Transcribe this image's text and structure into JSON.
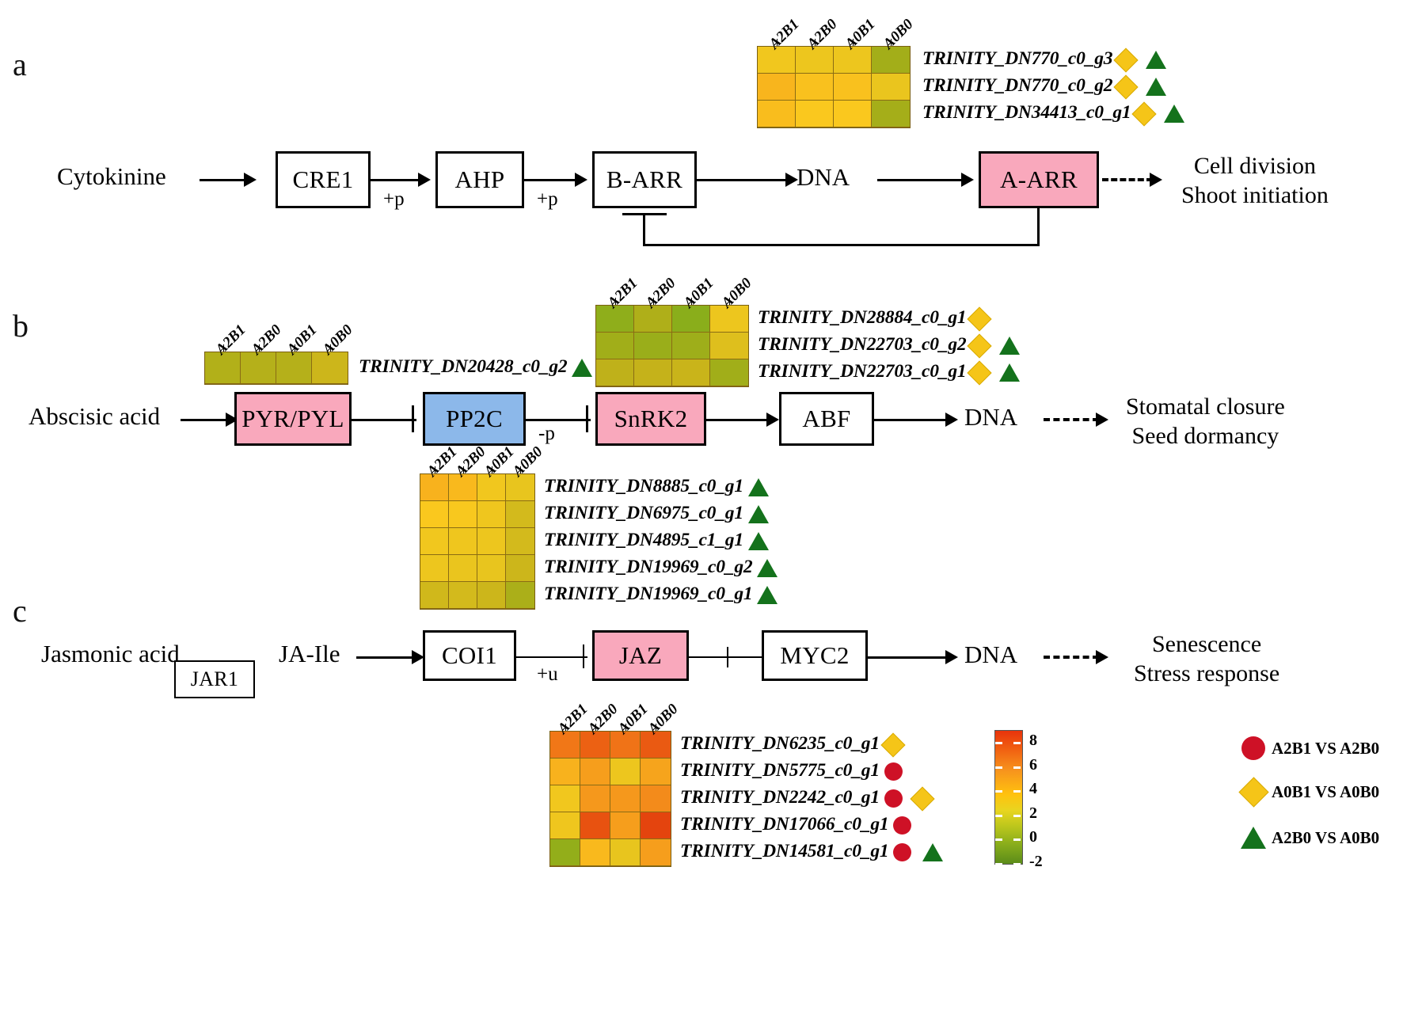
{
  "panels": {
    "a": "a",
    "b": "b",
    "c": "c"
  },
  "columns": [
    "A2B1",
    "A2B0",
    "A0B1",
    "A0B0"
  ],
  "pathway_a": {
    "input": "Cytokinine",
    "boxes": [
      {
        "label": "CRE1",
        "fill": "white"
      },
      {
        "label": "AHP",
        "fill": "white"
      },
      {
        "label": "B-ARR",
        "fill": "white"
      },
      {
        "label": "A-ARR",
        "fill": "pink"
      }
    ],
    "dna": "DNA",
    "mods": [
      "+p",
      "+p"
    ],
    "outcome_line1": "Cell division",
    "outcome_line2": "Shoot initiation"
  },
  "pathway_b": {
    "input": "Abscisic acid",
    "boxes": [
      {
        "label": "PYR/PYL",
        "fill": "pink"
      },
      {
        "label": "PP2C",
        "fill": "blue"
      },
      {
        "label": "SnRK2",
        "fill": "pink"
      },
      {
        "label": "ABF",
        "fill": "white"
      }
    ],
    "dna": "DNA",
    "mods": [
      "-p"
    ],
    "outcome_line1": "Stomatal closure",
    "outcome_line2": "Seed dormancy"
  },
  "pathway_c": {
    "input": "Jasmonic acid",
    "enzyme": "JAR1",
    "intermediate": "JA-Ile",
    "boxes": [
      {
        "label": "COI1",
        "fill": "white"
      },
      {
        "label": "JAZ",
        "fill": "pink"
      },
      {
        "label": "MYC2",
        "fill": "white"
      }
    ],
    "dna": "DNA",
    "mods": [
      "+u"
    ],
    "outcome_line1": "Senescence",
    "outcome_line2": "Stress response"
  },
  "heatmaps": [
    {
      "id": "a-arr",
      "genes": [
        {
          "name": "TRINITY_DN770_c0_g3",
          "markers": [
            "diamond",
            "triangle"
          ],
          "values": [
            3.6,
            3.4,
            3.4,
            1.1
          ]
        },
        {
          "name": "TRINITY_DN770_c0_g2",
          "markers": [
            "diamond",
            "triangle"
          ],
          "values": [
            4.5,
            4.2,
            4.2,
            3.3
          ]
        },
        {
          "name": "TRINITY_DN34413_c0_g1",
          "markers": [
            "diamond",
            "triangle"
          ],
          "values": [
            4.3,
            4.0,
            4.0,
            1.2
          ]
        }
      ]
    },
    {
      "id": "pyr-pyl",
      "genes": [
        {
          "name": "TRINITY_DN20428_c0_g2",
          "markers": [
            "triangle"
          ],
          "values": [
            1.6,
            1.7,
            1.7,
            2.4
          ]
        }
      ]
    },
    {
      "id": "snrk2",
      "genes": [
        {
          "name": "TRINITY_DN28884_c0_g1",
          "markers": [
            "diamond"
          ],
          "values": [
            0.2,
            1.5,
            0.0,
            3.4
          ]
        },
        {
          "name": "TRINITY_DN22703_c0_g2",
          "markers": [
            "diamond",
            "triangle"
          ],
          "values": [
            1.0,
            0.7,
            0.9,
            2.9
          ]
        },
        {
          "name": "TRINITY_DN22703_c0_g1",
          "markers": [
            "diamond",
            "triangle"
          ],
          "values": [
            2.0,
            2.2,
            2.3,
            1.0
          ]
        }
      ]
    },
    {
      "id": "pp2c",
      "genes": [
        {
          "name": "TRINITY_DN8885_c0_g1",
          "markers": [
            "triangle"
          ],
          "values": [
            4.6,
            4.4,
            3.6,
            3.2
          ]
        },
        {
          "name": "TRINITY_DN6975_c0_g1",
          "markers": [
            "triangle"
          ],
          "values": [
            4.0,
            3.9,
            3.5,
            2.6
          ]
        },
        {
          "name": "TRINITY_DN4895_c1_g1",
          "markers": [
            "triangle"
          ],
          "values": [
            3.6,
            3.5,
            3.4,
            2.6
          ]
        },
        {
          "name": "TRINITY_DN19969_c0_g2",
          "markers": [
            "triangle"
          ],
          "values": [
            3.4,
            3.3,
            3.2,
            2.4
          ]
        },
        {
          "name": "TRINITY_DN19969_c0_g1",
          "markers": [
            "triangle"
          ],
          "values": [
            2.5,
            2.6,
            2.4,
            1.4
          ]
        }
      ]
    },
    {
      "id": "jaz",
      "genes": [
        {
          "name": "TRINITY_DN6235_c0_g1",
          "markers": [
            "diamond"
          ],
          "values": [
            6.4,
            7.0,
            6.5,
            7.2
          ]
        },
        {
          "name": "TRINITY_DN5775_c0_g1",
          "markers": [
            "circle"
          ],
          "values": [
            4.6,
            5.2,
            3.4,
            5.0
          ]
        },
        {
          "name": "TRINITY_DN2242_c0_g1",
          "markers": [
            "circle",
            "diamond"
          ],
          "values": [
            3.6,
            5.4,
            5.4,
            5.8
          ]
        },
        {
          "name": "TRINITY_DN17066_c0_g1",
          "markers": [
            "circle"
          ],
          "values": [
            3.5,
            7.4,
            5.2,
            8.0
          ]
        },
        {
          "name": "TRINITY_DN14581_c0_g1",
          "markers": [
            "circle",
            "triangle"
          ],
          "values": [
            0.4,
            4.4,
            3.2,
            5.2
          ]
        }
      ]
    }
  ],
  "colorbar": {
    "ticks": [
      "8",
      "6",
      "4",
      "2",
      "0",
      "-2"
    ],
    "min": -2,
    "max": 9
  },
  "legend": [
    {
      "marker": "circle",
      "label": "A2B1 VS A2B0",
      "color": "#CE1126"
    },
    {
      "marker": "diamond",
      "label": "A0B1 VS A0B0",
      "color": "#F5C518"
    },
    {
      "marker": "triangle",
      "label": "A2B0 VS A0B0",
      "color": "#14721C"
    }
  ]
}
